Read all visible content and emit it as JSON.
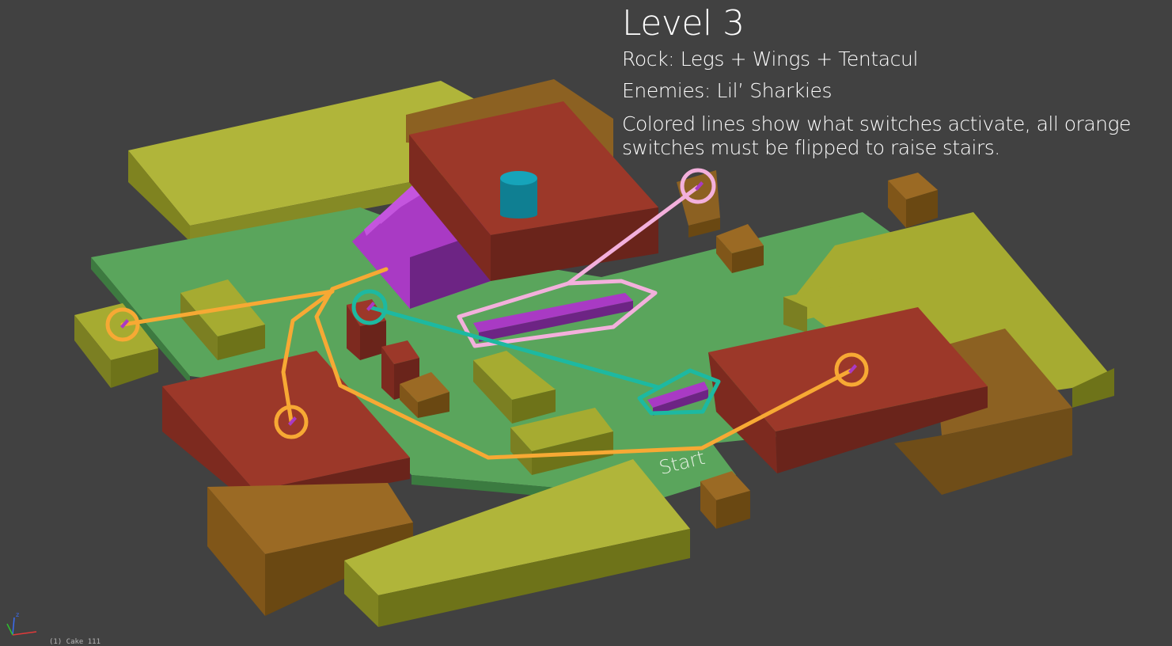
{
  "level": {
    "title": "Level 3",
    "rock": "Rock: Legs + Wings + Tentacul",
    "enemies": "Enemies: Lil’ Sharkies",
    "note": "Colored lines show what switches activate, all orange switches must be flipped to raise stairs."
  },
  "map": {
    "start_label": "Start",
    "switch_colors": {
      "orange": "#f7a934",
      "pink": "#f3b0dc",
      "teal": "#1db9a1"
    },
    "block_colors": {
      "yellow": "#a6ab31",
      "green": "#5aa55c",
      "red": "#9c3829",
      "brown": "#9b6a24",
      "stairs": "#a93ac4",
      "pillar": "#0f8a9e"
    }
  },
  "viewport": {
    "status_text": "(1) Cake 111"
  }
}
